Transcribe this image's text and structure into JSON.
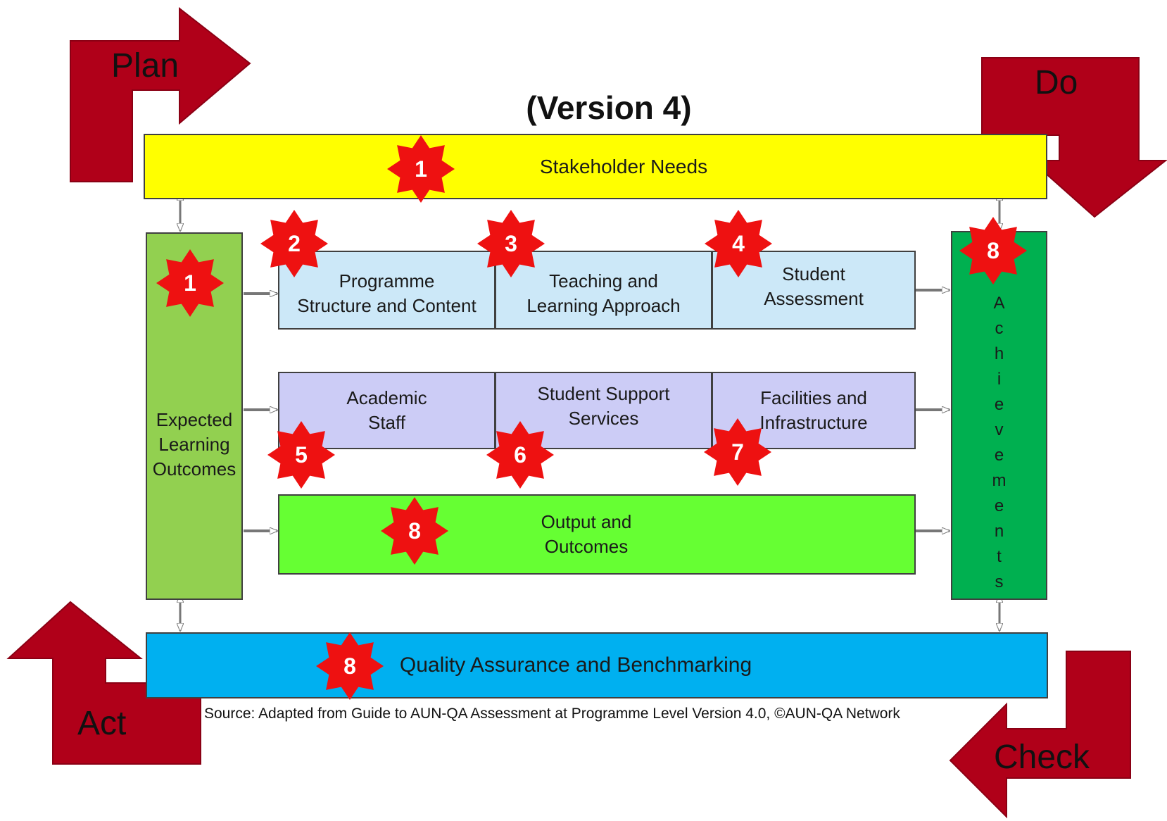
{
  "title": "(Version 4)",
  "pdca": {
    "plan": "Plan",
    "do": "Do",
    "check": "Check",
    "act": "Act"
  },
  "boxes": {
    "stakeholder": "Stakeholder Needs",
    "elo": "Expected\nLearning\nOutcomes",
    "programme": "Programme\nStructure and Content",
    "teaching": "Teaching and\nLearning Approach",
    "assessment": "Student\nAssessment",
    "staff": "Academic\nStaff",
    "support": "Student Support\nServices",
    "facilities": "Facilities and\nInfrastructure",
    "output": "Output and\nOutcomes",
    "achievements": "Achievements",
    "qa": "Quality Assurance and Benchmarking"
  },
  "badges": {
    "stakeholder": "1",
    "elo": "1",
    "programme": "2",
    "teaching": "3",
    "assessment": "4",
    "staff": "5",
    "support": "6",
    "facilities": "7",
    "output": "8",
    "achievements": "8",
    "qa": "8"
  },
  "source": "Source: Adapted from Guide to AUN-QA Assessment at Programme Level Version 4.0, ©AUN-QA Network",
  "colors": {
    "pdca_arrow": "#b00019",
    "badge": "#ee1111",
    "stakeholder": "#ffff00",
    "elo": "#92d050",
    "programme_row": "#cce8f8",
    "staff_row": "#ccccf6",
    "output": "#66ff33",
    "achievements": "#00b050",
    "qa": "#00b0f0"
  }
}
